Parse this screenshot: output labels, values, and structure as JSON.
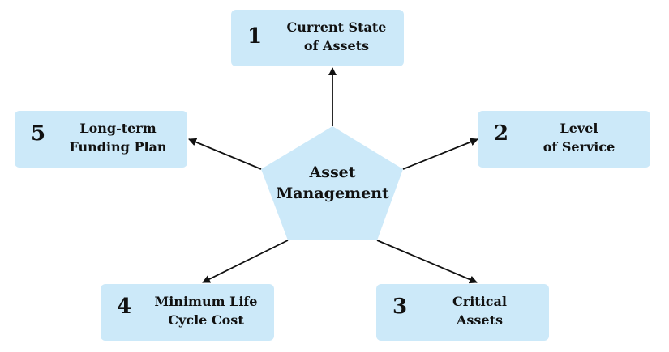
{
  "diagram": {
    "center": {
      "label": "Asset\nManagement"
    },
    "boxes": [
      {
        "number": "1",
        "label": "Current State\nof Assets"
      },
      {
        "number": "2",
        "label": "Level\nof Service"
      },
      {
        "number": "3",
        "label": "Critical\nAssets"
      },
      {
        "number": "4",
        "label": "Minimum Life\nCycle Cost"
      },
      {
        "number": "5",
        "label": "Long-term\nFunding Plan"
      }
    ],
    "colors": {
      "fill": "#cce9f9",
      "arrow": "#111111",
      "text": "#111111"
    }
  }
}
